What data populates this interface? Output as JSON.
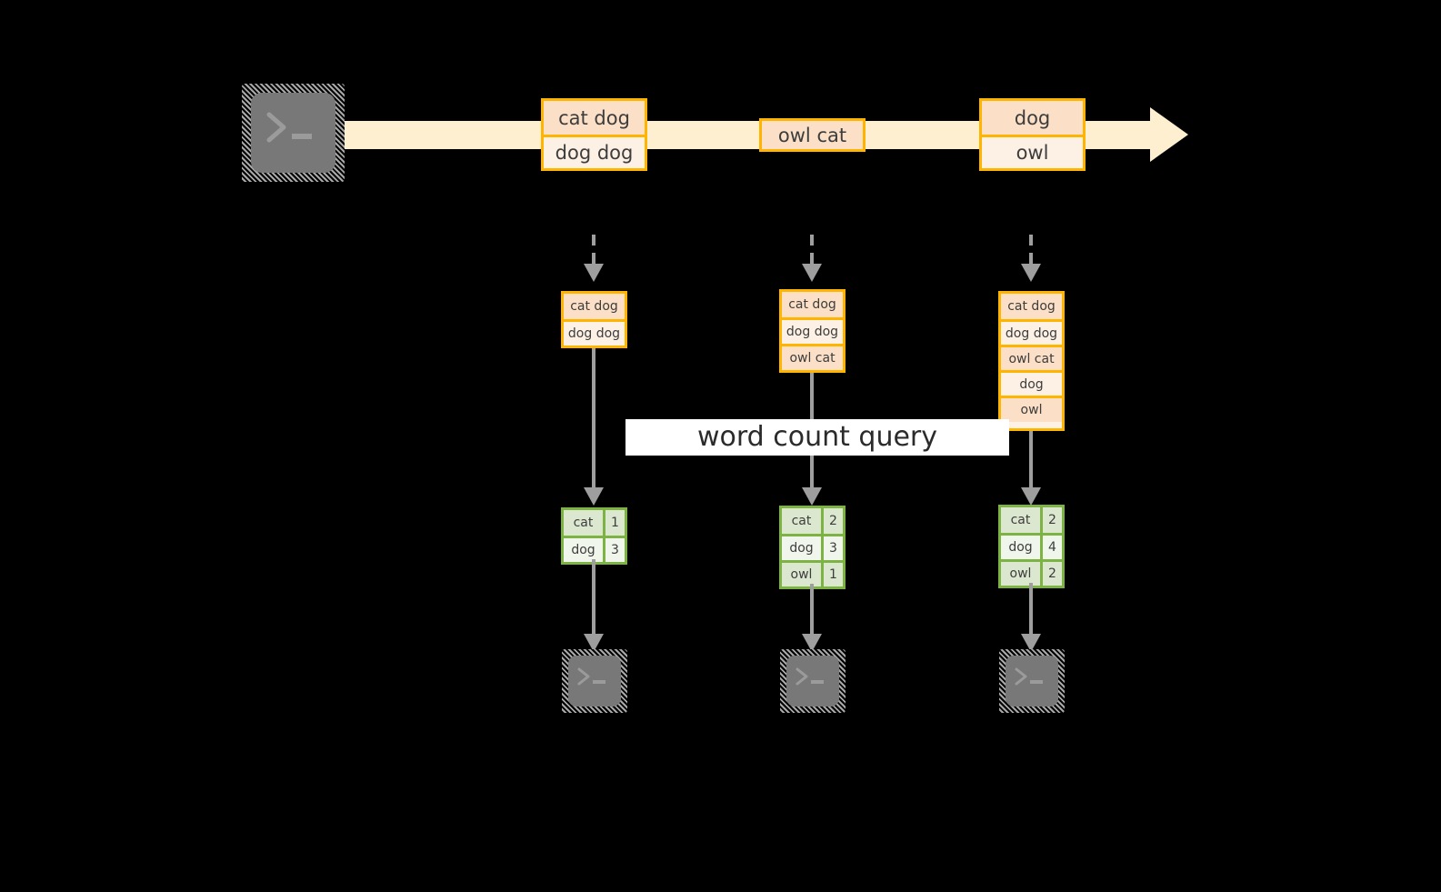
{
  "diagram": {
    "title": "word count query",
    "colors": {
      "background": "#000000",
      "stream_fill": "#FDEFCF",
      "record_border": "#FFB400",
      "record_fill_dark": "#FBDFC6",
      "record_fill_light": "#FDF0E4",
      "result_border": "#7CB342",
      "result_fill_dark": "#DCE7D0",
      "result_fill_light": "#F1F6EC",
      "connector": "#9E9E9E",
      "terminal_face": "#787878",
      "band_fill": "#FFFFFF"
    },
    "source": {
      "icon": "terminal-icon",
      "prompt": ">_"
    },
    "stream": {
      "arrow_icon": "right-arrow-icon",
      "batches": [
        {
          "lines": [
            "cat dog",
            "dog dog"
          ]
        },
        {
          "lines": [
            "owl cat"
          ]
        },
        {
          "lines": [
            "dog",
            "owl"
          ]
        }
      ]
    },
    "query_label": "word count query",
    "snapshots": [
      {
        "state": {
          "lines": [
            "cat dog",
            "dog dog"
          ]
        },
        "result": {
          "rows": [
            {
              "word": "cat",
              "count": "1"
            },
            {
              "word": "dog",
              "count": "3"
            }
          ]
        },
        "sink": {
          "icon": "terminal-icon",
          "prompt": ">_"
        }
      },
      {
        "state": {
          "lines": [
            "cat dog",
            "dog dog",
            "owl cat"
          ]
        },
        "result": {
          "rows": [
            {
              "word": "cat",
              "count": "2"
            },
            {
              "word": "dog",
              "count": "3"
            },
            {
              "word": "owl",
              "count": "1"
            }
          ]
        },
        "sink": {
          "icon": "terminal-icon",
          "prompt": ">_"
        }
      },
      {
        "state": {
          "lines": [
            "cat dog",
            "dog dog",
            "owl cat",
            "dog",
            "owl"
          ]
        },
        "result": {
          "rows": [
            {
              "word": "cat",
              "count": "2"
            },
            {
              "word": "dog",
              "count": "4"
            },
            {
              "word": "owl",
              "count": "2"
            }
          ]
        },
        "sink": {
          "icon": "terminal-icon",
          "prompt": ">_"
        }
      }
    ]
  }
}
